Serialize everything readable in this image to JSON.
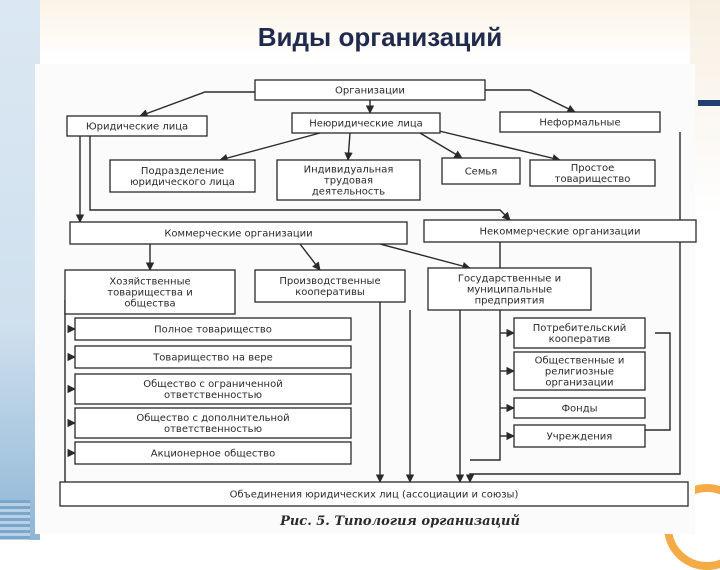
{
  "slide": {
    "title": "Виды организаций"
  },
  "diagram": {
    "caption": "Рис. 5. Типология организаций",
    "nodes": {
      "organizations": "Организации",
      "legal_entities": "Юридические лица",
      "non_legal": "Неюридические лица",
      "informal": "Неформальные",
      "subdivision": [
        "Подразделение",
        "юридического лица"
      ],
      "individual": [
        "Индивидуальная",
        "трудовая",
        "деятельность"
      ],
      "family": "Семья",
      "simple_partnership": [
        "Простое",
        "товарищество"
      ],
      "commercial": "Коммерческие организации",
      "noncommercial": "Некоммерческие организации",
      "business_partnerships": [
        "Хозяйственные",
        "товарищества и",
        "общества"
      ],
      "production_coops": [
        "Производственные",
        "кооперативы"
      ],
      "state_municipal": [
        "Государственные и",
        "муниципальные",
        "предприятия"
      ],
      "full_partnership": "Полное товарищество",
      "limited_partnership": "Товарищество на вере",
      "llc": [
        "Общество с ограниченной",
        "ответственностью"
      ],
      "alc": [
        "Общество с дополнительной",
        "ответственностью"
      ],
      "joint_stock": "Акционерное общество",
      "consumer_coop": [
        "Потребительский",
        "кооператив"
      ],
      "public_religious": [
        "Общественные и",
        "религиозные",
        "организации"
      ],
      "funds": "Фонды",
      "institutions": "Учреждения",
      "associations": "Объединения юридических лиц (ассоциации и союзы)"
    }
  }
}
